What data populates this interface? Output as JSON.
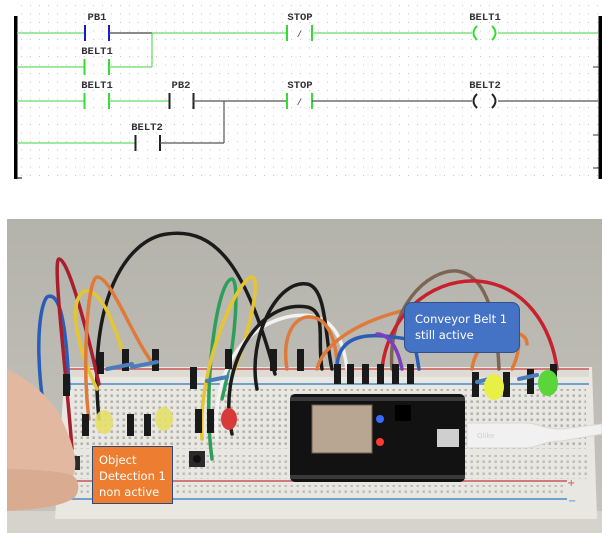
{
  "ladder_diagram": {
    "rungs": [
      {
        "elements": [
          {
            "type": "contact-no",
            "label": "PB1",
            "state": "blue"
          },
          {
            "type": "contact-nc",
            "label": "STOP",
            "state": "energized"
          },
          {
            "type": "coil",
            "label": "BELT1",
            "state": "energized"
          }
        ],
        "branch": {
          "type": "contact-no",
          "label": "BELT1",
          "state": "energized"
        }
      },
      {
        "elements": [
          {
            "type": "contact-no",
            "label": "BELT1",
            "state": "energized"
          },
          {
            "type": "contact-no",
            "label": "PB2",
            "state": "off"
          },
          {
            "type": "contact-nc",
            "label": "STOP",
            "state": "energized"
          },
          {
            "type": "coil",
            "label": "BELT2",
            "state": "off"
          }
        ],
        "branch": {
          "type": "contact-no",
          "label": "BELT2",
          "state": "off"
        }
      }
    ],
    "nc_symbol": "/",
    "colors": {
      "energized": "#33dd33",
      "off": "#222222",
      "blue": "#1a1acc",
      "rail": "#000000",
      "grid_dot": "#c8c8c8"
    }
  },
  "photo": {
    "description": "Breadboard with ESP32 dev board, LEDs, push buttons and jumper wires",
    "callouts": [
      {
        "id": "conveyor-belt-1",
        "text_lines": [
          "Conveyor Belt 1",
          "still active"
        ],
        "color": "#4472c4"
      },
      {
        "id": "object-detection-1",
        "text_lines": [
          "Object",
          "Detection 1",
          "non active"
        ],
        "color": "#ed7d31"
      }
    ],
    "leds": [
      {
        "color": "yellow",
        "lit": false
      },
      {
        "color": "yellow",
        "lit": false
      },
      {
        "color": "red",
        "lit": false
      },
      {
        "color": "yellow",
        "lit": true
      },
      {
        "color": "green",
        "lit": true
      }
    ],
    "cable_brand": "Olike",
    "rail_marks": {
      "plus": "+",
      "minus": "−"
    }
  }
}
